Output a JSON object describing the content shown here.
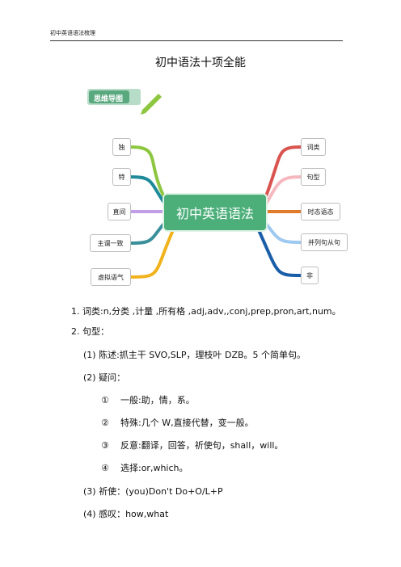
{
  "header": {
    "text": "初中英语语法梳理"
  },
  "title": "初中语法十项全能",
  "mindmap": {
    "badge": "思维导图",
    "center": "初中英语语法",
    "left_nodes": [
      "独",
      "特",
      "直间",
      "主谓一致",
      "虚拟语气"
    ],
    "right_nodes": [
      "词类",
      "句型",
      "时态语态",
      "并列句从句",
      "非"
    ],
    "colors": {
      "left": [
        "#8dc63f",
        "#1e8a9a",
        "#c09ee8",
        "#3a8f9a",
        "#f2b21b"
      ],
      "right": [
        "#d9534f",
        "#f5b8be",
        "#e07b2b",
        "#9ec9f0",
        "#1a5ea8"
      ],
      "center": "#4caf7a"
    }
  },
  "content": {
    "item1": "1. 词类:n,分类 ,计量 ,所有格 ,adj,adv,,conj,prep,pron,art,num。",
    "item2": "2. 句型：",
    "sub1": "(1) 陈述:抓主干  SVO,SLP，理枝叶 DZB。5 个简单句。",
    "sub2": "(2) 疑问：",
    "q1_num": "①",
    "q1": "一般:助，情，系。",
    "q2_num": "②",
    "q2": "特殊:几个 W,直接代替，变一般。",
    "q3_num": "③",
    "q3": "反意:翻译，回答，祈使句，shall，will。",
    "q4_num": "④",
    "q4": "选择:or,which。",
    "sub3": "(3) 祈使：(you)Don't Do+O/L+P",
    "sub4": "(4) 感叹：how,what"
  }
}
